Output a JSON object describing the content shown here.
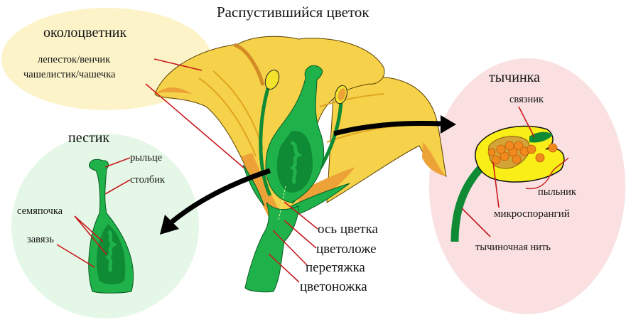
{
  "title": "Распустившийся цветок",
  "colors": {
    "perianth_bg": "#fcf3c9",
    "pistil_bg": "#e5f7e6",
    "stamen_bg": "#fae0e0",
    "petal_yellow": "#f6d24a",
    "petal_orange": "#eda238",
    "green": "#1fb24a",
    "dark_green": "#0f8a35",
    "leader_line": "#c8191e",
    "arrow": "#000000"
  },
  "perianth": {
    "heading": "околоцветник",
    "labels": [
      "лепесток/венчик",
      "чашелистик/чашечка"
    ]
  },
  "pistil": {
    "heading": "пестик",
    "labels": {
      "stigma": "рыльце",
      "style": "столбик",
      "ovule": "семяпочка",
      "ovary": "завязь"
    }
  },
  "stamen": {
    "heading": "тычинка",
    "labels": {
      "connective": "связник",
      "anther": "пыльник",
      "microsporangium": "микроспорангий",
      "filament": "тычиночная нить"
    }
  },
  "flower": {
    "labels": {
      "axis": "ось цветка",
      "receptacle": "цветоложе",
      "constriction": "перетяжка",
      "pedicel": "цветоножка"
    }
  }
}
